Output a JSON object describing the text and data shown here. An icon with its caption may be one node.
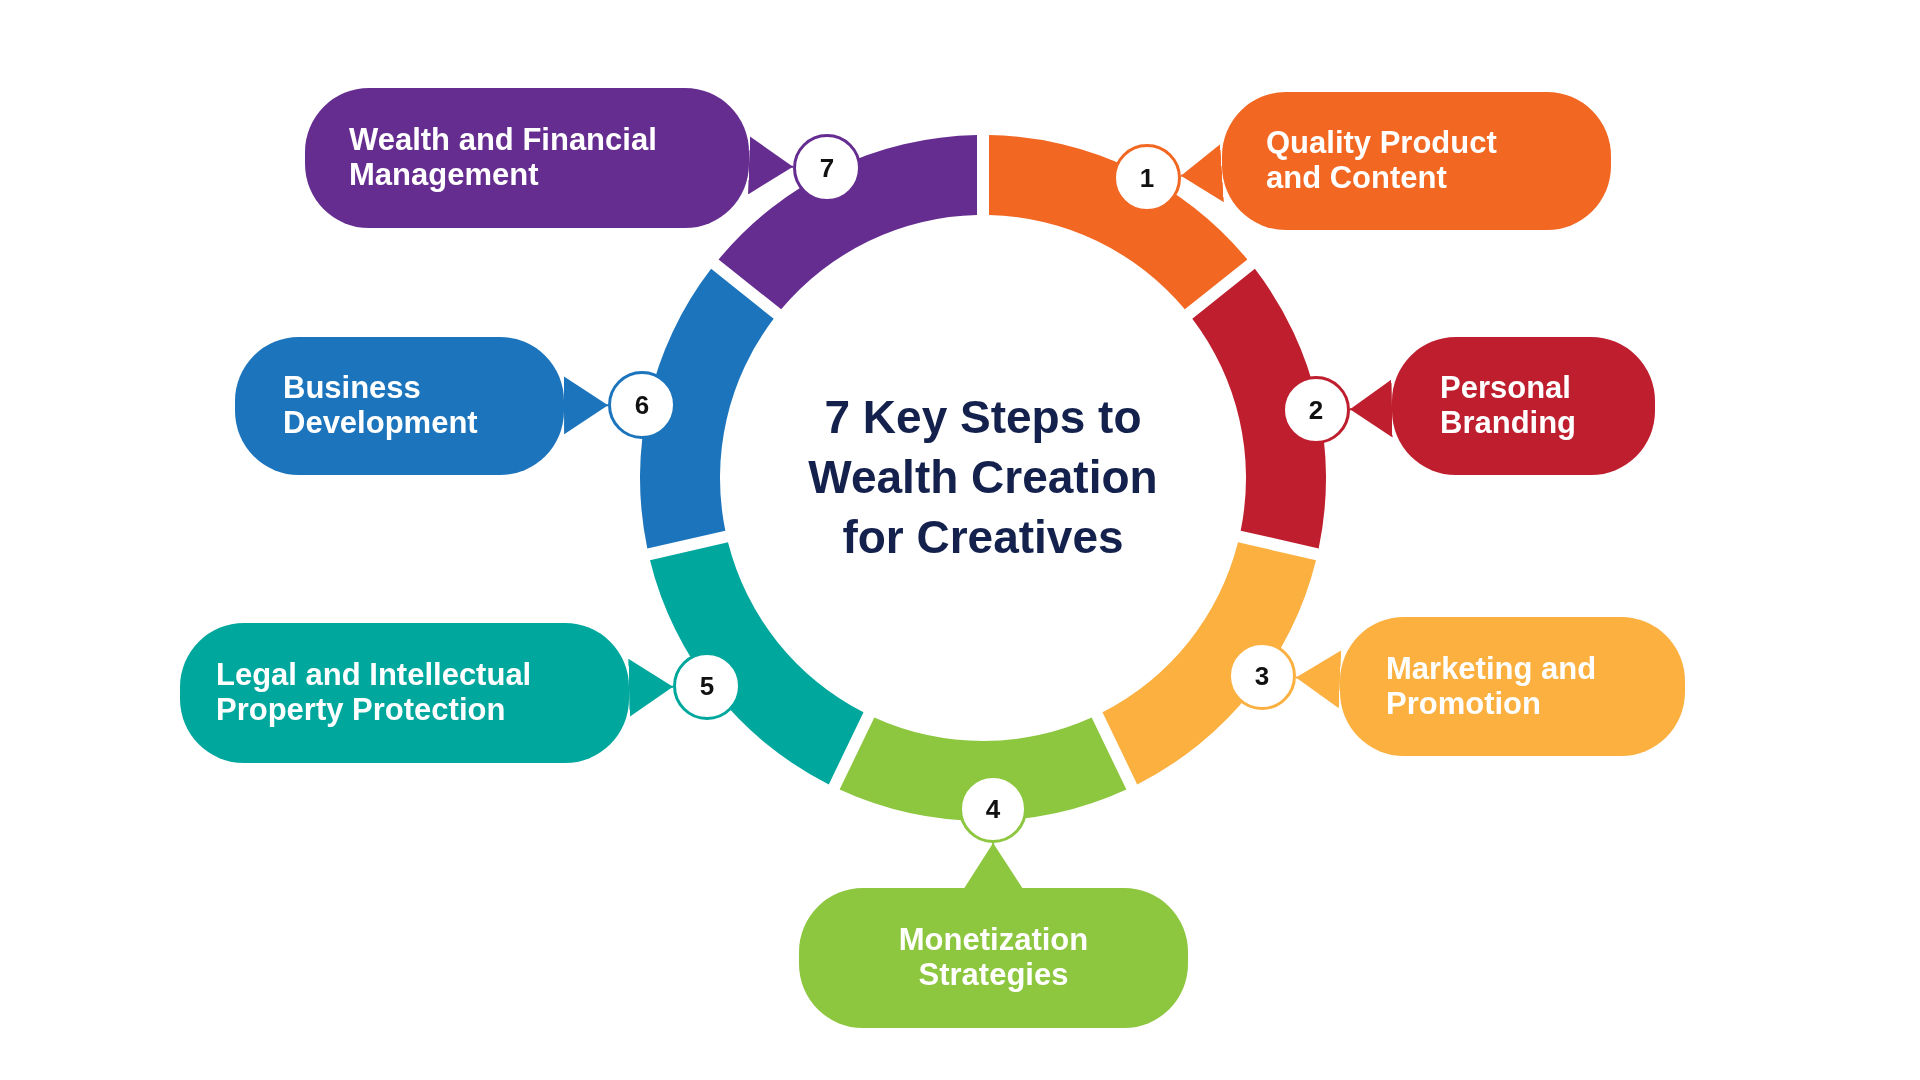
{
  "diagram": {
    "title": "7 Key Steps to Wealth Creation for Creatives",
    "nodes": [
      {
        "text": [
          "1"
        ]
      },
      {
        "text": [
          "Quality Product and Content"
        ]
      },
      {
        "text": [
          "2"
        ]
      },
      {
        "text": [
          "Personal Branding"
        ]
      },
      {
        "text": [
          "3"
        ]
      },
      {
        "text": [
          "Marketing and Promotion"
        ]
      },
      {
        "text": [
          "4"
        ]
      },
      {
        "text": [
          "Monetization Strategies"
        ]
      },
      {
        "text": [
          "5"
        ]
      },
      {
        "text": [
          "Legal and Intellectual Property Protection"
        ]
      },
      {
        "text": [
          "6"
        ]
      },
      {
        "text": [
          "Business Development"
        ]
      },
      {
        "text": [
          "7"
        ]
      },
      {
        "text": [
          "Wealth and Financial Management"
        ]
      }
    ],
    "edges": [
      {
        "from": 1,
        "to": 0,
        "arrow": "to",
        "color": "#f26722"
      },
      {
        "from": 3,
        "to": 2,
        "arrow": "to",
        "color": "#be1e2d"
      },
      {
        "from": 5,
        "to": 4,
        "arrow": "to",
        "color": "#fbb040"
      },
      {
        "from": 7,
        "to": 6,
        "arrow": "to",
        "color": "#8dc63f"
      },
      {
        "from": 9,
        "to": 8,
        "arrow": "to",
        "color": "#00a79d"
      },
      {
        "from": 11,
        "to": 10,
        "arrow": "to",
        "color": "#1c75bc"
      },
      {
        "from": 13,
        "to": 12,
        "arrow": "to",
        "color": "#662d91"
      }
    ]
  }
}
